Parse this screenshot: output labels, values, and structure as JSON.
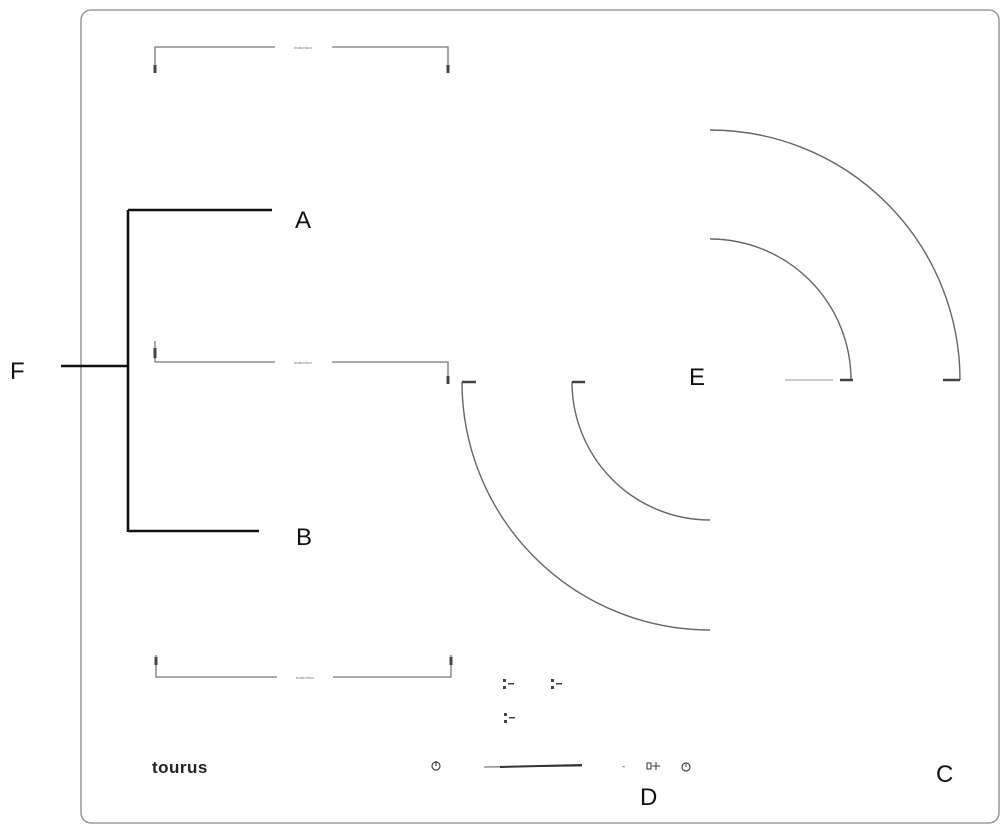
{
  "diagram": {
    "callouts": {
      "a": "A",
      "b": "B",
      "c": "C",
      "d": "D",
      "e": "E",
      "f": "F"
    },
    "brand": "tourus",
    "zone_label": "induction",
    "controls": {
      "power": "⏻",
      "lock": "⊕",
      "minus": "-",
      "plus": "+",
      "slider_dot": "▪"
    },
    "colors": {
      "outline": "#777777",
      "callout_line": "#111111"
    }
  }
}
